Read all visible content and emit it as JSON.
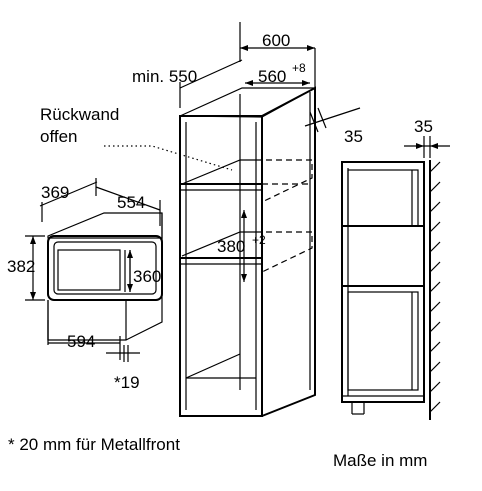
{
  "labels": {
    "min_550": "min. 550",
    "width_600": "600",
    "depth_560": "560",
    "depth_560_tol": "+8",
    "rear_35": "35",
    "side_35": "35",
    "rueckwand_line1": "Rückwand",
    "rueckwand_line2": "offen",
    "opening_380": "380",
    "opening_380_tol": "+2",
    "device_369": "369",
    "device_554": "554",
    "device_382": "382",
    "device_360": "360",
    "device_594": "594",
    "front_19": "*19"
  },
  "footnote": "* 20 mm für Metallfront",
  "units_note": "Maße in mm"
}
